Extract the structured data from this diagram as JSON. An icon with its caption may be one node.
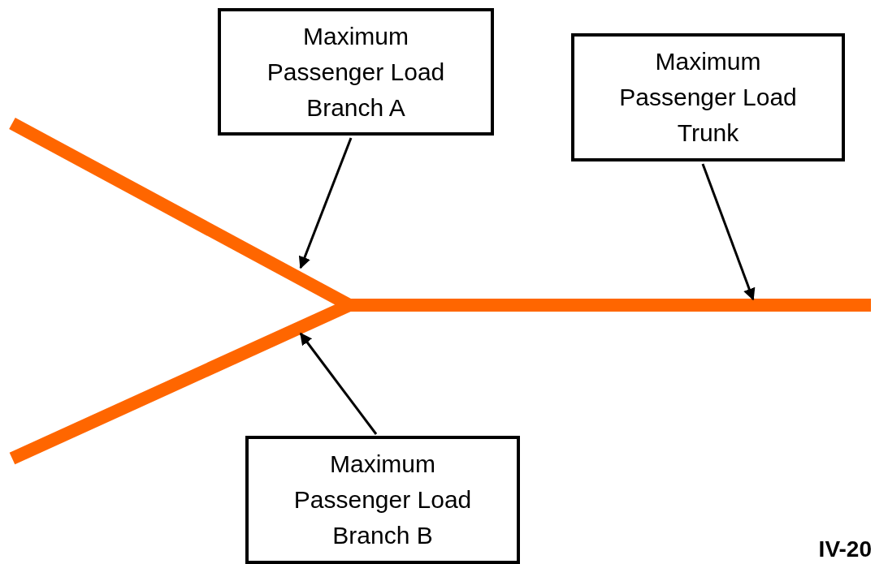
{
  "diagram": {
    "nodes": [
      {
        "text": [
          "Maximum Passenger Load Branch A"
        ]
      },
      {
        "text": [
          "Maximum Passenger Load Trunk"
        ]
      },
      {
        "text": [
          "Maximum Passenger Load Branch B"
        ]
      },
      {
        "text": [],
        "shape": "bar"
      },
      {
        "text": [],
        "shape": "bar"
      },
      {
        "text": [],
        "shape": "bar"
      }
    ],
    "edges": [
      {
        "from": 0,
        "to": 3,
        "arrow": "to"
      },
      {
        "from": 1,
        "to": 5,
        "arrow": "to"
      },
      {
        "from": 2,
        "to": 4,
        "arrow": "to"
      }
    ],
    "labels": [
      "IV-20"
    ]
  }
}
